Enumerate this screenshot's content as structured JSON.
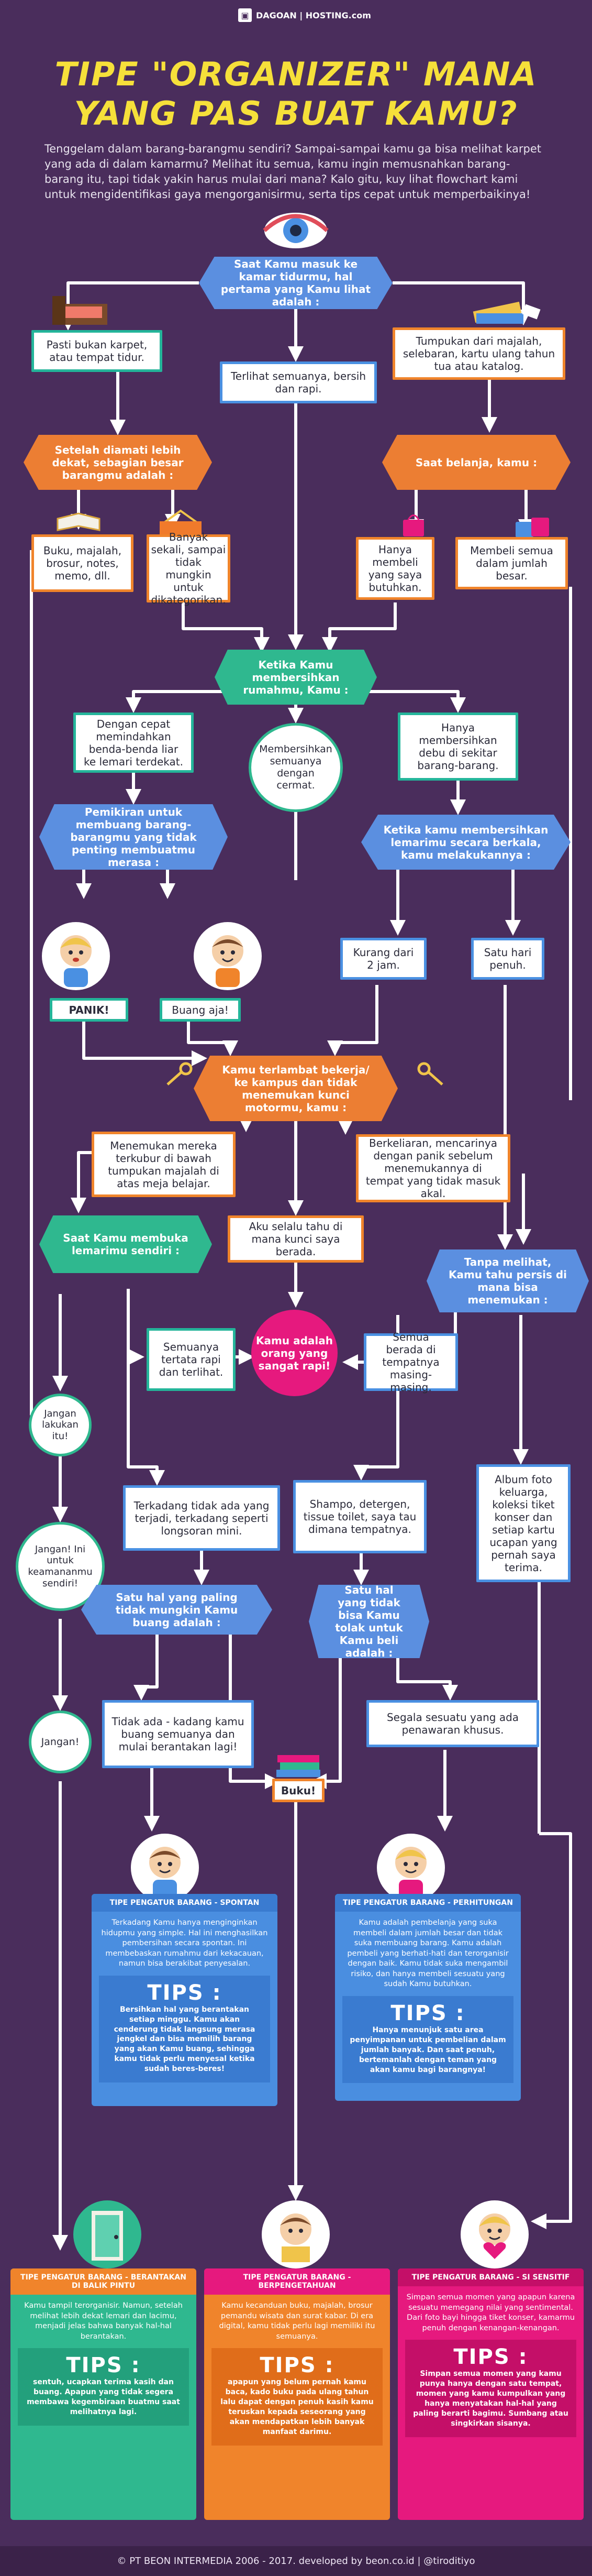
{
  "brand": {
    "logo_text": "DAGOAN | HOSTING.com",
    "colors": {
      "background": "#4a2d5c",
      "title": "#f6e03a",
      "blue": "#5b8fe0",
      "orange": "#ec7e33",
      "teal": "#2fb88f",
      "pink": "#e6197e"
    }
  },
  "title": {
    "line1": "TIPE \"ORGANIZER\" MANA",
    "line2": "YANG PAS BUAT KAMU?"
  },
  "intro": "Tenggelam dalam barang-barangmu sendiri? Sampai-sampai kamu ga bisa melihat karpet yang ada di dalam kamarmu? Melihat itu semua, kamu ingin memusnahkan barang-barang itu, tapi tidak yakin harus mulai dari mana? Kalo gitu, kuy lihat flowchart kami untuk mengidentifikasi gaya mengorganisirmu, serta tips cepat untuk memperbaikinya!",
  "flow": {
    "start": "Saat Kamu masuk ke kamar tidurmu, hal pertama yang Kamu lihat adalah :",
    "carpet": "Pasti bukan karpet, atau tempat tidur.",
    "neat": "Terlihat semuanya, bersih dan rapi.",
    "pile": "Tumpukan dari majalah, selebaran, kartu ulang tahun tua atau katalog.",
    "closer_look": "Setelah diamati lebih dekat, sebagian besar barangmu adalah :",
    "shopping": "Saat belanja, kamu :",
    "books": "Buku, majalah, brosur, notes, memo, dll.",
    "many_things": "Banyak sekali, sampai tidak mungkin untuk dikategorikan.",
    "only_need": "Hanya membeli yang saya butuhkan.",
    "buy_lots": "Membeli semua dalam jumlah besar.",
    "clean_room": "Ketika Kamu membersihkan rumahmu, Kamu :",
    "quick_clean": "Dengan cepat memindahkan benda-benda liar ke lemari terdekat.",
    "clean_all": "Membersihkan semuanya dengan cermat.",
    "clean_dust": "Hanya membersihkan debu di sekitar barang-barang.",
    "think_discard": "Pemikiran untuk membuang barang-barangmu yang tidak penting membuatmu merasa :",
    "wardrobe_clean": "Ketika kamu membersihkan lemarimu secara berkala, kamu melakukannya :",
    "panic": "PANIK!",
    "just_discard": "Buang aja!",
    "less_2h": "Kurang dari 2 jam.",
    "one_day": "Satu hari penuh.",
    "late_keys": "Kamu terlambat bekerja/ ke kampus dan tidak menemukan kunci motormu, kamu :",
    "find_under": "Menemukan mereka terkubur di bawah tumpukan majalah di atas meja belajar.",
    "wander_panic": "Berkeliaran, mencarinya dengan panik sebelum menemukannya di tempat yang tidak masuk akal.",
    "always_know": "Aku selalu tahu di mana kunci saya berada.",
    "open_wardrobe": "Saat Kamu membuka lemarimu sendiri :",
    "without_look": "Tanpa melihat, Kamu tahu persis di mana bisa menemukan :",
    "all_neat": "Semuanya tertata rapi dan terlihat.",
    "you_are_neat": "Kamu adalah orang yang sangat rapi!",
    "all_places": "Semua berada di tempatnya masing-masing.",
    "dont_do": "Jangan lakukan itu!",
    "sometimes_tidy": "Terkadang tidak ada yang terjadi, terkadang seperti longsoran mini.",
    "shampoo": "Shampo, detergen, tissue toilet, saya tau dimana tempatnya.",
    "album": "Album foto keluarga, koleksi tiket konser dan setiap kartu ucapan yang pernah saya terima.",
    "dont_safety": "Jangan! Ini untuk keamananmu sendiri!",
    "least_wanted": "Satu hal yang paling tidak mungkin Kamu buang adalah :",
    "one_thing": "Satu hal yang tidak bisa Kamu tolak untuk Kamu beli adalah :",
    "dont": "Jangan!",
    "no_throw": "Tidak ada - kadang kamu buang semuanya dan mulai berantakan lagi!",
    "book": "Buku!",
    "special_offer": "Segala sesuatu yang ada penawaran khusus."
  },
  "types": [
    {
      "head": "TIPE PENGATUR BARANG - SPONTAN",
      "desc": "Terkadang Kamu hanya menginginkan hidupmu yang simple. Hal ini menghasilkan pembersihan secara spontan. Ini membebaskan rumahmu dari kekacauan, namun bisa berakibat penyesalan.",
      "tips_label": "TIPS :",
      "tips": "Bersihkan hal yang berantakan setiap minggu. Kamu akan cenderung tidak langsung merasa jengkel dan bisa memilih barang yang akan Kamu buang, sehingga kamu tidak perlu menyesal ketika sudah beres-beres!"
    },
    {
      "head": "TIPE PENGATUR BARANG - PERHITUNGAN",
      "desc": "Kamu adalah pembelanja yang suka membeli dalam jumlah besar dan tidak suka membuang barang. Kamu adalah pembeli yang berhati-hati dan terorganisir dengan baik. Kamu tidak suka mengambil risiko, dan hanya membeli sesuatu yang sudah Kamu butuhkan.",
      "tips_label": "TIPS :",
      "tips": "Hanya menunjuk satu area penyimpanan untuk pembelian dalam jumlah banyak. Dan saat penuh, bertemanlah dengan teman yang akan kamu bagi barangnya!"
    },
    {
      "head": "TIPE PENGATUR BARANG - BERANTAKAN DI BALIK PINTU",
      "desc": "Kamu tampil terorganisir. Namun, setelah melihat lebih dekat lemari dan lacimu, menjadi jelas bahwa banyak hal-hal berantakan.",
      "tips_label": "TIPS :",
      "tips": "sentuh, ucapkan terima kasih dan buang. Apapun yang tidak segera membawa kegembiraan buatmu saat melihatnya lagi."
    },
    {
      "head": "TIPE PENGATUR BARANG - BERPENGETAHUAN",
      "desc": "Kamu kecanduan buku, majalah, brosur pemandu wisata dan surat kabar. Di era digital, kamu tidak perlu lagi memiliki itu semuanya.",
      "tips_label": "TIPS :",
      "tips": "apapun yang belum pernah kamu baca, kado buku pada ulang tahun lalu dapat dengan penuh kasih kamu teruskan kepada seseorang yang akan mendapatkan lebih banyak manfaat darimu."
    },
    {
      "head": "TIPE PENGATUR BARANG - SI SENSITIF",
      "desc": "Simpan semua momen yang apapun karena sesuatu memegang nilai yang sentimental. Dari foto bayi hingga tiket konser, kamarmu penuh dengan kenangan-kenangan.",
      "tips_label": "TIPS :",
      "tips": "Simpan semua momen yang kamu punya hanya dengan satu tempat, momen yang kamu kumpulkan yang hanya menyatakan hal-hal yang paling berarti bagimu. Sumbang atau singkirkan sisanya."
    }
  ],
  "footer": "© PT BEON INTERMEDIA 2006 - 2017. developed by beon.co.id | @tiroditiyo"
}
